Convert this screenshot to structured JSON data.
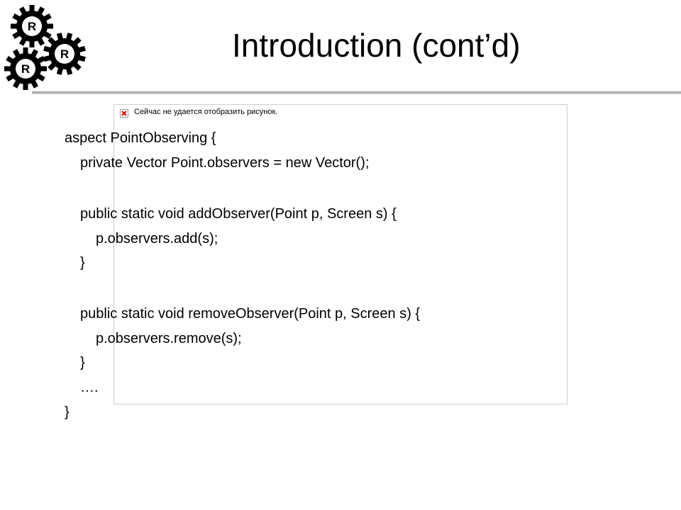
{
  "logo": {
    "gear_labels": [
      "R",
      "R",
      "R"
    ]
  },
  "slide": {
    "title": "Introduction (cont’d)"
  },
  "image_placeholder": {
    "message": "Сейчас не удается отобразить рисунок."
  },
  "code": {
    "lines": [
      "aspect PointObserving {",
      "private Vector Point.observers = new Vector();",
      "public static void addObserver(Point p, Screen s) {",
      "p.observers.add(s);",
      "}",
      "public static void removeObserver(Point p, Screen s) {",
      "p.observers.remove(s);",
      "}",
      "….",
      "}"
    ]
  }
}
